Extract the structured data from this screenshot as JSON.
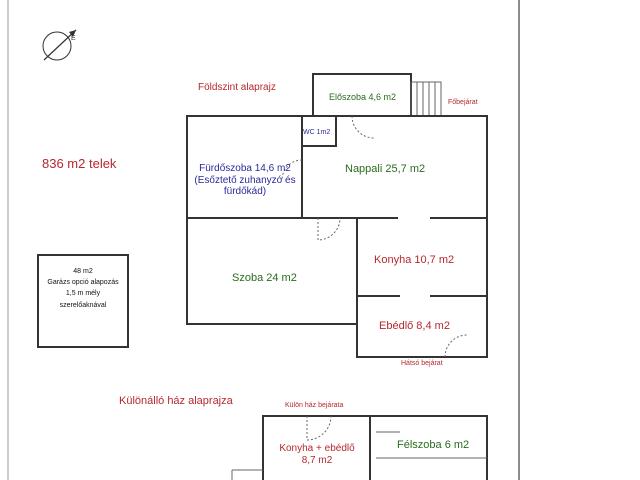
{
  "title": "Földszint alaprajz",
  "lot_area": "836 m2 telek",
  "rooms": {
    "eloszoba": "Előszoba 4,6 m2",
    "wc": "WC 1m2",
    "furdoszoba": {
      "line1": "Fürdőszoba 14,6 m2",
      "line2": "(Esőztető zuhanyzó és",
      "line3": "fürdőkád)"
    },
    "nappali": "Nappali 25,7 m2",
    "szoba": "Szoba 24 m2",
    "konyha": "Konyha 10,7 m2",
    "ebedlo": "Ebédlő 8,4 m2"
  },
  "entrances": {
    "main": "Főbejárat",
    "back": "Hátsó bejárat"
  },
  "garage_note": {
    "line1": "48 m2",
    "line2": "Garázs opció alapozás",
    "line3": "1,5 m mély",
    "line4": "szerelőaknával"
  },
  "separate_house": {
    "title": "Különálló ház alaprajza",
    "entrance": "Külön ház bejárata",
    "kitchen_line1": "Konyha + ebédlő",
    "kitchen_line2": "8,7 m2",
    "room": "Félszoba 6 m2"
  },
  "colors": {
    "red": "#b5282e",
    "green": "#2a6b1e",
    "blue": "#2a2a9a"
  }
}
